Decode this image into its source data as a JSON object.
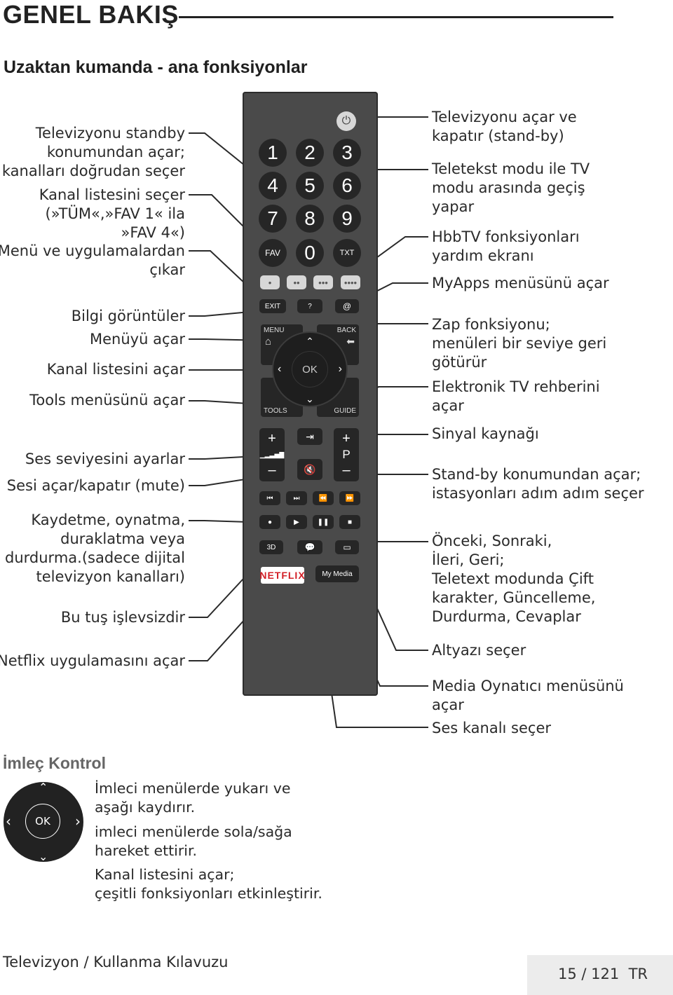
{
  "header": {
    "title": "GENEL BAKIŞ",
    "subtitle": "Uzaktan kumanda - ana fonksiyonlar"
  },
  "left_labels": [
    [
      "Televizyonu standby",
      "konumundan açar;",
      "kanalları doğrudan seçer"
    ],
    [
      "Kanal listesini seçer",
      "(»TÜM«,»FAV 1« ila",
      "»FAV 4«)"
    ],
    [
      "Menü ve uygulamalardan",
      "çıkar"
    ],
    [
      "Bilgi görüntüler"
    ],
    [
      "Menüyü açar"
    ],
    [
      "Kanal listesini açar"
    ],
    [
      "Tools menüsünü açar"
    ],
    [
      "Ses seviyesini ayarlar"
    ],
    [
      "Sesi açar/kapatır (mute)"
    ],
    [
      "Kaydetme, oynatma,",
      "duraklatma veya",
      "durdurma.(sadece dijital",
      "televizyon kanalları)"
    ],
    [
      "Bu tuş işlevsizdir"
    ],
    [
      "Netflix uygulamasını açar"
    ]
  ],
  "right_labels": [
    [
      "Televizyonu açar ve",
      "kapatır (stand-by)"
    ],
    [
      "Teletekst modu ile TV",
      "modu arasında geçiş",
      "yapar"
    ],
    [
      "HbbTV fonksiyonları",
      "yardım ekranı"
    ],
    [
      "MyApps menüsünü açar"
    ],
    [
      "Zap fonksiyonu;",
      "menüleri bir seviye geri",
      "götürür"
    ],
    [
      "Elektronik TV rehberini",
      "açar"
    ],
    [
      "Sinyal kaynağı"
    ],
    [
      "Stand-by konumundan açar;",
      "istasyonları adım adım seçer"
    ],
    [
      "Önceki, Sonraki,",
      "İleri, Geri;",
      "Teletext modunda Çift",
      "karakter, Güncelleme,",
      "Durdurma, Cevaplar"
    ],
    [
      "Altyazı seçer"
    ],
    [
      "Media Oynatıcı menüsünü",
      "açar"
    ],
    [
      "Ses kanalı seçer"
    ]
  ],
  "remote": {
    "digits": [
      "1",
      "2",
      "3",
      "4",
      "5",
      "6",
      "7",
      "8",
      "9"
    ],
    "zero": "0",
    "fav": "FAV",
    "txt": "TXT",
    "dots": [
      "•",
      "••",
      "•••",
      "••••"
    ],
    "exit": "EXIT",
    "question": "?",
    "at": "@",
    "menu": "MENU",
    "back": "BACK",
    "tools": "TOOLS",
    "guide": "GUIDE",
    "ok": "OK",
    "plus": "+",
    "minus": "–",
    "p": "P",
    "btn_3d": "3D",
    "netflix": "NETFLIX",
    "mymedia": "My Media"
  },
  "cursor": {
    "title": "İmleç Kontrol",
    "ok": "OK",
    "lines": [
      [
        "İmleci menülerde yukarı ve",
        "aşağı kaydırır."
      ],
      [
        "imleci menülerde sola/sağa",
        "hareket ettirir."
      ],
      [
        "Kanal listesini açar;",
        "çeşitli fonksiyonları etkinleştirir."
      ]
    ]
  },
  "footer": {
    "left": "Televizyon / Kullanma Kılavuzu",
    "page": "15 / 121  TR"
  },
  "colors": {
    "remote_body": "#4a4a4a",
    "button": "#262626",
    "netflix_red": "#d32027",
    "accent_gray": "#666666"
  }
}
